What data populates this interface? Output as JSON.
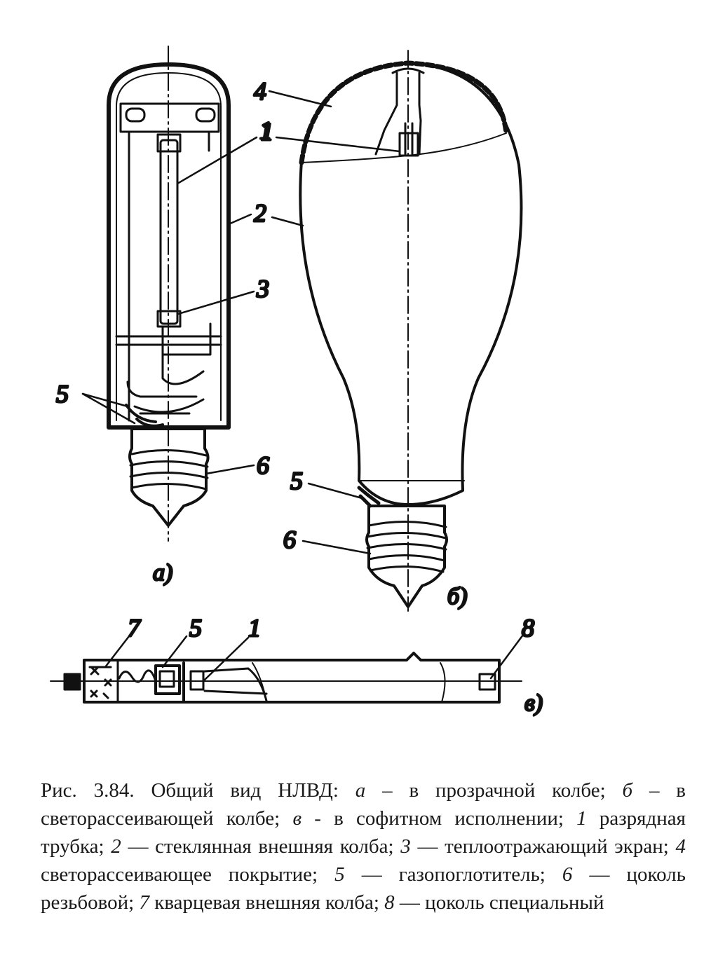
{
  "labels": {
    "a_1": "1",
    "a_2": "2",
    "a_3": "3",
    "a_5": "5",
    "a_6": "6",
    "b_4": "4",
    "b_1": "1",
    "b_5": "5",
    "b_6": "6",
    "c_7": "7",
    "c_5": "5",
    "c_1": "1",
    "c_8": "8"
  },
  "subfig": {
    "a": "а)",
    "b": "б)",
    "c": "в)"
  },
  "caption": {
    "lead": "Рис. 3.84. Общий вид НЛВД: ",
    "k_a": "а",
    "t_a": " – в прозрачной колбе; ",
    "k_b": "б",
    "t_b": " – в светорассеивающей колбе; ",
    "k_c": "в",
    "t_c": " - в софитном исполнении; ",
    "k_1": "1",
    "t_1": " разрядная трубка; ",
    "k_2": "2",
    "t_2": " — стеклянная внешняя колба; ",
    "k_3": "3",
    "t_3": " — теплоотражающий экран; ",
    "k_4": "4",
    "t_4": " светорассеивающее покрытие; ",
    "k_5": "5",
    "t_5": " — газопоглотитель; ",
    "k_6": "6",
    "t_6": " — цоколь резьбовой; ",
    "k_7": "7",
    "t_7": " кварцевая внешняя колба; ",
    "k_8": "8",
    "t_8": " — цоколь специальный"
  }
}
